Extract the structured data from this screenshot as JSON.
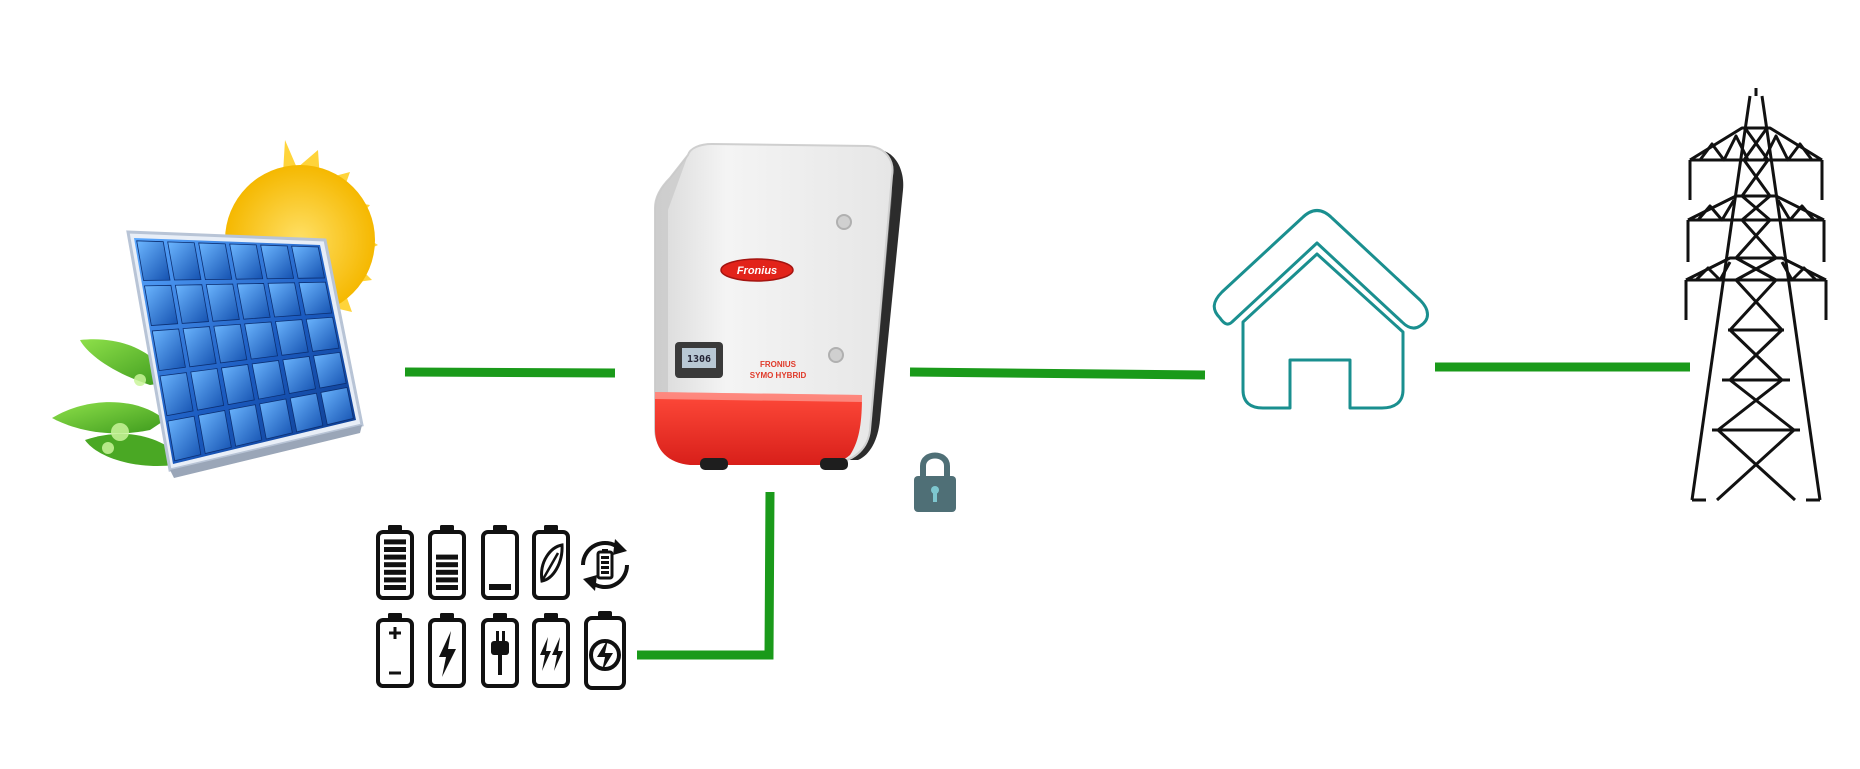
{
  "inverter": {
    "brand": "Fronius",
    "model_line1": "FRONIUS",
    "model_line2": "SYMO HYBRID",
    "display_reading": "1306"
  },
  "colors": {
    "connection_line": "#1a9a1a",
    "house_outline": "#1a8f8f",
    "lock": "#4f6f76",
    "inverter_red": "#e8302b",
    "battery_icon": "#111111",
    "solar_panel": "#1d5fb8",
    "sun": "#ffcc22",
    "leaf": "#59b82a"
  },
  "icons": {
    "battery_top_row": [
      "battery-full-icon",
      "battery-high-icon",
      "battery-low-icon",
      "battery-eco-leaf-icon",
      "battery-cycle-icon"
    ],
    "battery_bottom_row": [
      "battery-plus-minus-icon",
      "battery-bolt-icon",
      "battery-plug-icon",
      "battery-double-bolt-icon",
      "battery-charge-ring-icon"
    ]
  }
}
